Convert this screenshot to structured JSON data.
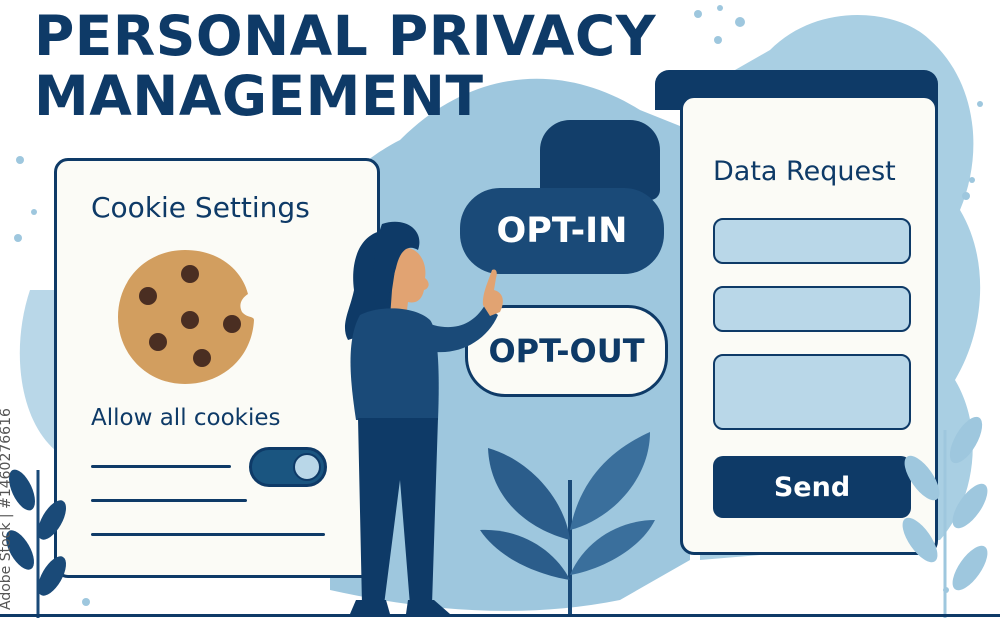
{
  "title": {
    "line1": "PERSONAL PRIVACY",
    "line2": "MANAGEMENT"
  },
  "cookie_settings": {
    "heading": "Cookie Settings",
    "toggle_label": "Allow all cookies",
    "toggle_on": true
  },
  "consent_buttons": {
    "opt_in": "OPT-IN",
    "opt_out": "OPT-OUT"
  },
  "data_request": {
    "heading": "Data Request",
    "send_label": "Send"
  },
  "watermark": "Adobe Stock | #1460276616",
  "colors": {
    "navy": "#0e3a67",
    "light_blue": "#b9d7e8",
    "bg_blob": "#9ec7de",
    "cookie": "#d29e5f"
  }
}
